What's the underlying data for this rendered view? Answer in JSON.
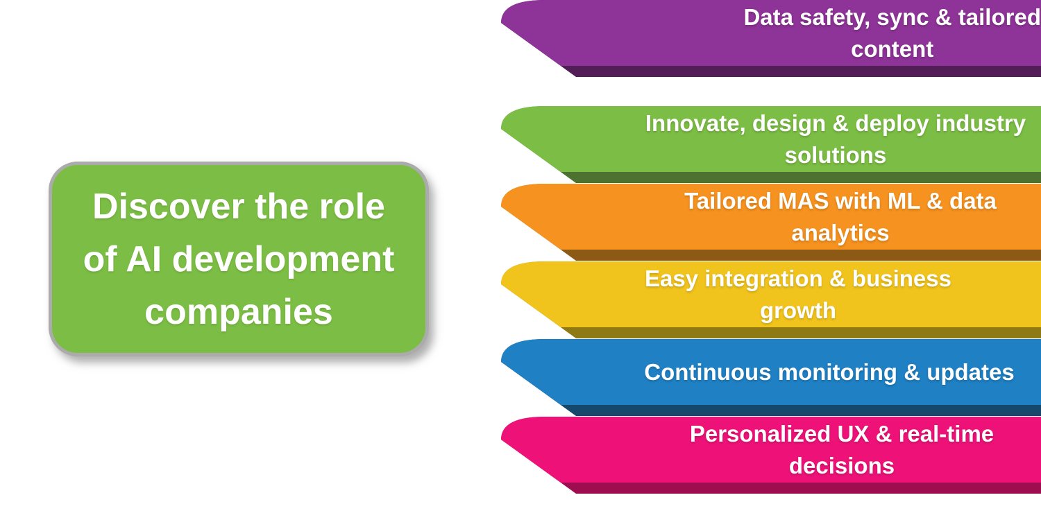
{
  "headline": {
    "label": "Discover the role of AI development companies",
    "lines": [
      "Discover the role",
      "of AI development",
      "companies"
    ],
    "bg_color": "#7cbe45",
    "border_color": "#ababab",
    "text_color": "#ffffff"
  },
  "banners": [
    {
      "label": "Innovate, design & deploy industry solutions",
      "lines": [
        "Innovate, design & deploy industry",
        "solutions"
      ],
      "color": "#7cbe45",
      "fold_color": "#4d7130"
    },
    {
      "label": "Tailored MAS with ML & data analytics",
      "lines": [
        "Tailored MAS with ML & data",
        "analytics"
      ],
      "color": "#f6921f",
      "fold_color": "#8c5a14"
    },
    {
      "label": "Easy integration & business growth",
      "lines": [
        "Easy integration & business",
        "growth"
      ],
      "color": "#f1c41d",
      "fold_color": "#8e7912"
    },
    {
      "label": "Continuous monitoring & updates",
      "lines": [
        "Continuous monitoring & updates"
      ],
      "color": "#1f80c4",
      "fold_color": "#15486b"
    },
    {
      "label": "Personalized UX & real-time decisions",
      "lines": [
        "Personalized UX & real-time",
        "decisions"
      ],
      "color": "#ee1278",
      "fold_color": "#9d0d4f"
    },
    {
      "label": "Data safety, sync & tailored content",
      "lines": [
        "Data safety, sync & tailored",
        "content"
      ],
      "color": "#8e3397",
      "fold_color": "#511e57"
    }
  ],
  "canvas_bg": "#ffffff"
}
